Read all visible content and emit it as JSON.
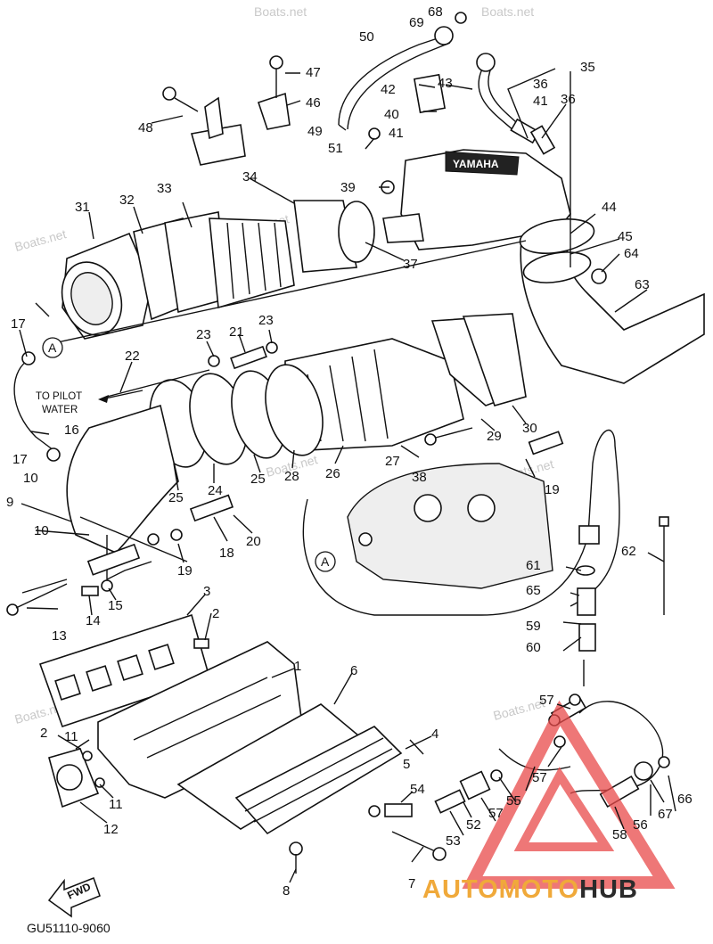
{
  "diagram": {
    "part_code": "GU51110-9060",
    "note_pilot_line1": "TO PILOT",
    "note_pilot_line2": "WATER",
    "ref_marker": "A",
    "fwd_label": "FWD",
    "engraving": "YAMAHA",
    "watermark": "Boats.net",
    "brand_logo": {
      "part1": "AUTOMOTO",
      "part2": "HUB",
      "color1": "#f0a93a",
      "color2": "#2b2b2b",
      "triangle_color": "#e84a4a"
    },
    "callouts": [
      "1",
      "2",
      "3",
      "4",
      "5",
      "6",
      "7",
      "8",
      "9",
      "10",
      "11",
      "12",
      "13",
      "14",
      "15",
      "16",
      "17",
      "18",
      "19",
      "20",
      "21",
      "22",
      "23",
      "24",
      "25",
      "26",
      "27",
      "28",
      "29",
      "30",
      "31",
      "32",
      "33",
      "34",
      "35",
      "36",
      "37",
      "38",
      "39",
      "40",
      "41",
      "42",
      "43",
      "44",
      "45",
      "46",
      "47",
      "48",
      "49",
      "50",
      "51",
      "52",
      "53",
      "54",
      "55",
      "56",
      "57",
      "58",
      "59",
      "60",
      "61",
      "62",
      "63",
      "64",
      "65",
      "66",
      "67",
      "68",
      "69"
    ]
  }
}
